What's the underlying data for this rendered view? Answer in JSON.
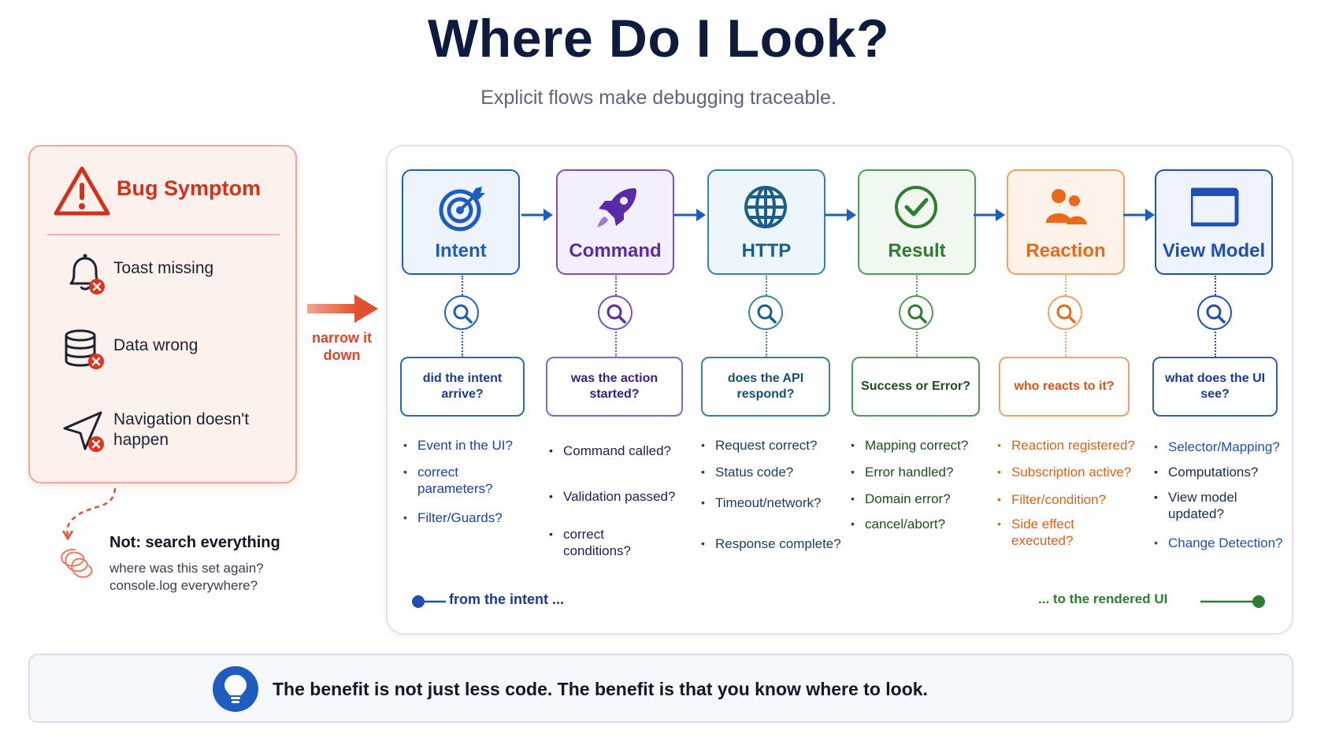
{
  "header": {
    "title": "Where Do I Look?",
    "subtitle": "Explicit flows make debugging traceable."
  },
  "symptom": {
    "title": "Bug Symptom",
    "items": [
      {
        "label": "Toast missing",
        "icon": "bell-icon"
      },
      {
        "label": "Data wrong",
        "icon": "database-icon"
      },
      {
        "label": "Navigation doesn't happen",
        "icon": "navigation-icon"
      }
    ],
    "narrow_label": "narrow it down",
    "not_search": {
      "title": "Not: search everything",
      "lines": [
        "where was this set again?",
        "console.log everywhere?"
      ]
    }
  },
  "stages": [
    {
      "name": "Intent",
      "icon": "target-icon",
      "color": "#1f5cc0",
      "question": "did the intent arrive?",
      "checks": [
        "Event in the UI?",
        "correct parameters?",
        "Filter/Guards?"
      ]
    },
    {
      "name": "Command",
      "icon": "rocket-icon",
      "color": "#5b2aa8",
      "question": "was the action started?",
      "checks": [
        "Command called?",
        "Validation passed?",
        "correct conditions?"
      ]
    },
    {
      "name": "HTTP",
      "icon": "globe-icon",
      "color": "#1b5e8a",
      "question": "does the API respond?",
      "checks": [
        "Request correct?",
        "Status code?",
        "Timeout/network?",
        "Response complete?"
      ]
    },
    {
      "name": "Result",
      "icon": "check-circle-icon",
      "color": "#2e7d32",
      "question": "Success or Error?",
      "checks": [
        "Mapping correct?",
        "Error handled?",
        "Domain error?",
        "cancel/abort?"
      ]
    },
    {
      "name": "Reaction",
      "icon": "people-icon",
      "color": "#e8691c",
      "question": "who reacts to it?",
      "checks": [
        "Reaction registered?",
        "Subscription active?",
        "Filter/condition?",
        "Side effect executed?"
      ]
    },
    {
      "name": "View Model",
      "icon": "window-icon",
      "color": "#1f4fb4",
      "question": "what does the UI see?",
      "checks": [
        "Selector/Mapping?",
        "Computations?",
        "View model updated?",
        "Change Detection?"
      ]
    }
  ],
  "timeline": {
    "start_label": "from the intent ...",
    "end_label": "... to the rendered UI",
    "start_color": "#1f4fb4",
    "end_color": "#2e7d32"
  },
  "benefit": {
    "text": "The benefit is not just less code. The benefit is that you know where to look.",
    "icon": "lightbulb-icon"
  },
  "colors": {
    "title": "#0f1b3d",
    "symptom_red": "#d2311c",
    "narrow_arrow": "#e05a3e"
  }
}
